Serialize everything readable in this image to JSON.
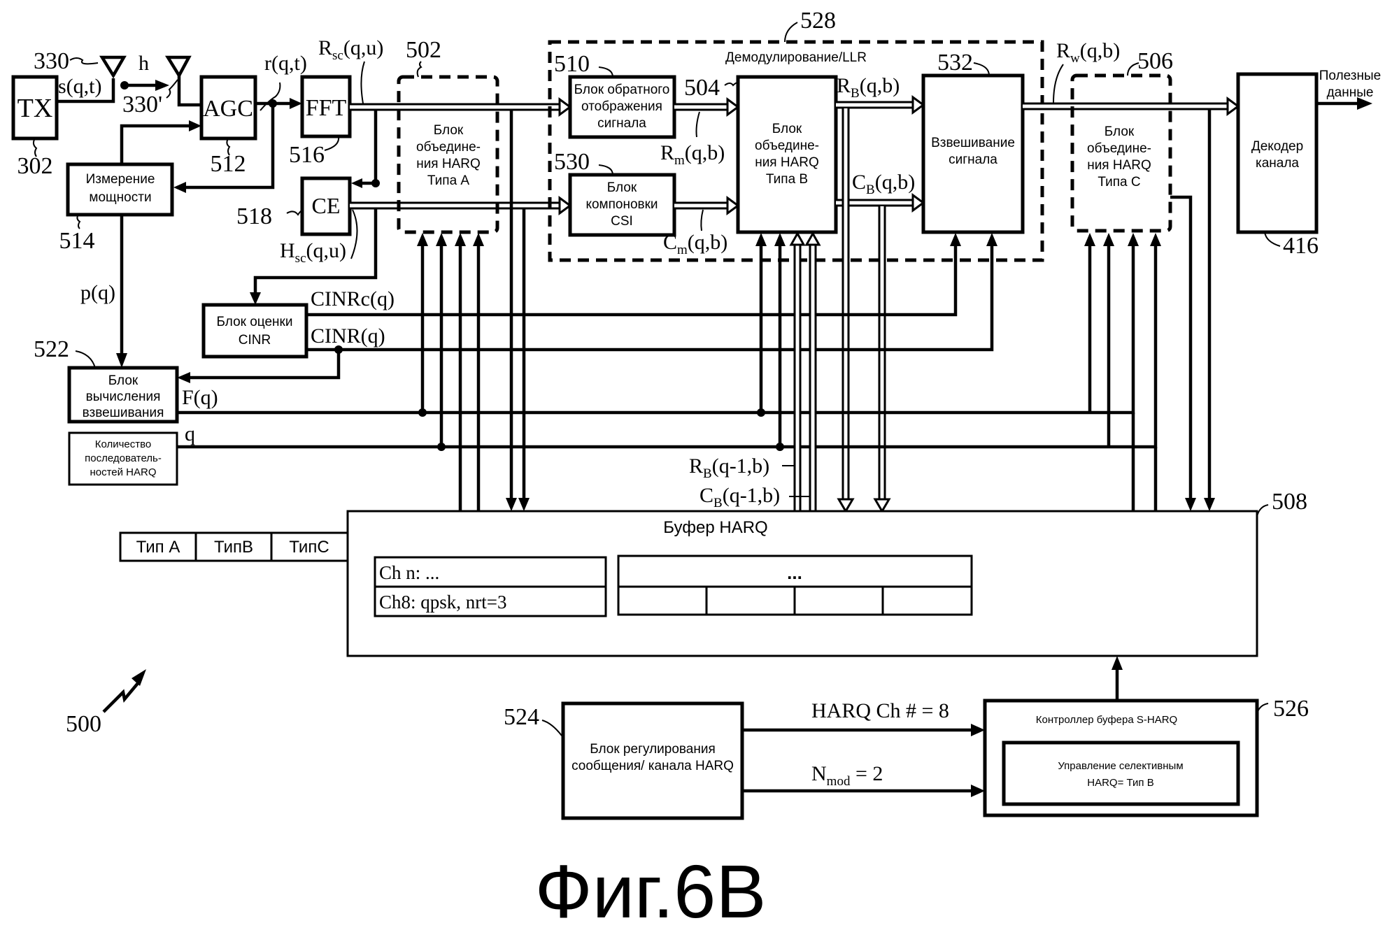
{
  "figure": {
    "caption": "Фиг.6B",
    "reference": "500"
  },
  "blocks": {
    "tx": {
      "label": "TX",
      "ref": "302"
    },
    "antenna_tx": {
      "ref": "330"
    },
    "antenna_rx": {
      "ref": "330'"
    },
    "channel": {
      "label": "h"
    },
    "agc": {
      "label": "AGC",
      "ref": "512"
    },
    "fft": {
      "label": "FFT",
      "ref": "516"
    },
    "ce": {
      "label": "CE",
      "ref": "518"
    },
    "power_measurement": {
      "line1": "Измерение",
      "line2": "мощности",
      "ref": "514"
    },
    "harq_a": {
      "line1": "Блок",
      "line2": "объедине-",
      "line3": "ния HARQ",
      "line4": "Типа A",
      "ref": "502"
    },
    "demod_group": {
      "label": "Демодулирование/LLR",
      "ref": "528"
    },
    "demapper": {
      "line1": "Блок обратного",
      "line2": "отображения",
      "line3": "сигнала",
      "ref": "510"
    },
    "csi": {
      "line1": "Блок",
      "line2": "компоновки",
      "line3": "CSI",
      "ref": "530"
    },
    "harq_b": {
      "line1": "Блок",
      "line2": "объедине-",
      "line3": "ния HARQ",
      "line4": "Типа B",
      "ref": "504"
    },
    "weighting": {
      "line1": "Взвешивание",
      "line2": "сигнала",
      "ref": "532"
    },
    "harq_c": {
      "line1": "Блок",
      "line2": "объедине-",
      "line3": "ния HARQ",
      "line4": "Типа C",
      "ref": "506"
    },
    "decoder": {
      "line1": "Декодер",
      "line2": "канала",
      "ref": "416"
    },
    "output": {
      "line1": "Полезные",
      "line2": "данные"
    },
    "cinr": {
      "line1": "Блок оценки",
      "line2": "CINR"
    },
    "weight_calc": {
      "line1": "Блок",
      "line2": "вычисления",
      "line3": "взвешивания",
      "ref": "522"
    },
    "harq_count": {
      "line1": "Количество",
      "line2": "последователь-",
      "line3": "ностей HARQ"
    },
    "harq_buffer": {
      "label": "Буфер HARQ",
      "ref": "508"
    },
    "msg_ctrl": {
      "line1": "Блок регулирования",
      "line2": "сообщения/ канала HARQ",
      "ref": "524"
    },
    "buffer_ctrl": {
      "label": "Контроллер буфера S-HARQ",
      "inner_line1": "Управление селективным",
      "inner_line2": "HARQ= Тип B",
      "ref": "526"
    }
  },
  "signals": {
    "s": "s(q,t)",
    "r": "r(q,t)",
    "rsc": {
      "base": "R",
      "sub": "sc",
      "args": "(q,u)"
    },
    "hsc": {
      "base": "H",
      "sub": "sc",
      "args": "(q,u)"
    },
    "rm": {
      "base": "R",
      "sub": "m",
      "args": "(q,b)"
    },
    "cm": {
      "base": "C",
      "sub": "m",
      "args": "(q,b)"
    },
    "rb": {
      "base": "R",
      "sub": "B",
      "args": "(q,b)"
    },
    "cb": {
      "base": "C",
      "sub": "B",
      "args": "(q,b)"
    },
    "rw": {
      "base": "R",
      "sub": "w",
      "args": "(q,b)"
    },
    "rb_prev": {
      "base": "R",
      "sub": "B",
      "args": "(q-1,b)"
    },
    "cb_prev": {
      "base": "C",
      "sub": "B",
      "args": "(q-1,b)"
    },
    "p": "p(q)",
    "cinr_c": "CINRc(q)",
    "cinr": "CINR(q)",
    "f": "F(q)",
    "q": "q",
    "harq_ch": "HARQ Ch # = 8",
    "nmod": {
      "base": "N",
      "sub": "mod",
      "args": " = 2"
    }
  },
  "type_tabs": [
    "Тип A",
    "ТипB",
    "ТипC"
  ],
  "buffer_table": {
    "rows": [
      "Ch n: ...",
      "Ch8: qpsk, nrt=3"
    ],
    "ellipsis": "...",
    "cell_count": 4
  }
}
